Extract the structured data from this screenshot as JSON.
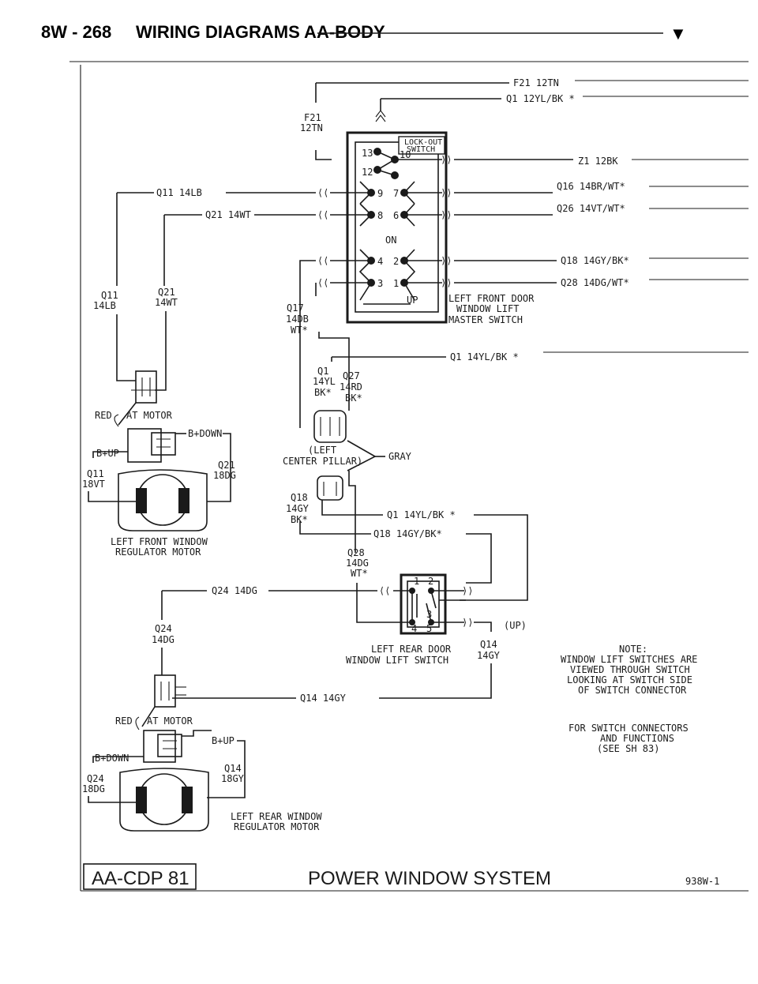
{
  "header": {
    "code": "8W - 268",
    "title": "WIRING DIAGRAMS AA-BODY",
    "marker": "▼"
  },
  "footer": {
    "ref_box": "AA-CDP 81",
    "system_title": "POWER WINDOW SYSTEM",
    "drawing_no": "938W-1"
  },
  "wires_right": {
    "f21": "F21 12TN",
    "q1_top": "Q1 12YL/BK *",
    "z1": "Z1 12BK",
    "q16": "Q16 14BR/WT*",
    "q26": "Q26 14VT/WT*",
    "q18": "Q18 14GY/BK*",
    "q28": "Q28 14DG/WT*",
    "q1_mid": "Q1 14YL/BK *"
  },
  "wires_left": {
    "f21_a": "F21",
    "f21_b": "12TN",
    "q11": "Q11 14LB",
    "q21": "Q21 14WT",
    "q11v_a": "Q11",
    "q11v_b": "14LB",
    "q21v_a": "Q21",
    "q21v_b": "14WT",
    "q17_a": "Q17",
    "q17_b": "14DB",
    "q17_c": "WT*"
  },
  "master_switch": {
    "lockout_a": "LOCK-OUT",
    "lockout_b": "SWITCH",
    "pins": [
      "13",
      "10",
      "12",
      "9",
      "7",
      "8",
      "6",
      "4",
      "2",
      "3",
      "1"
    ],
    "on": "ON",
    "up": "UP",
    "name_a": "LEFT FRONT DOOR",
    "name_b": "WINDOW LIFT",
    "name_c": "MASTER SWITCH"
  },
  "pillar": {
    "q1_a": "Q1",
    "q1_b": "14YL",
    "q1_c": "BK*",
    "q27_a": "Q27",
    "q27_b": "14RD",
    "q27_c": "BK*",
    "name_a": "(LEFT",
    "name_b": "CENTER PILLAR)",
    "gray": "GRAY",
    "q18_a": "Q18",
    "q18_b": "14GY",
    "q18_c": "BK*",
    "q1_low": "Q1 14YL/BK *",
    "q18_low": "Q18 14GY/BK*",
    "q28_a": "Q28",
    "q28_b": "14DG",
    "q28_c": "WT*"
  },
  "front_motor": {
    "red": "RED",
    "at_motor": "AT MOTOR",
    "bdown": "B+DOWN",
    "bup": "B+UP",
    "q21_a": "Q21",
    "q21_b": "18DG",
    "q11_a": "Q11",
    "q11_b": "18VT",
    "name_a": "LEFT FRONT WINDOW",
    "name_b": "REGULATOR MOTOR"
  },
  "rear_switch": {
    "q24": "Q24 14DG",
    "pins": [
      "1",
      "2",
      "3",
      "4",
      "5"
    ],
    "up": "(UP)",
    "name_a": "LEFT REAR DOOR",
    "name_b": "WINDOW LIFT SWITCH",
    "q14_a": "Q14",
    "q14_b": "14GY",
    "q14_h": "Q14 14GY"
  },
  "rear_motor": {
    "q24_a": "Q24",
    "q24_b": "14DG",
    "red": "RED",
    "at_motor": "AT MOTOR",
    "bup": "B+UP",
    "bdown": "B+DOWN",
    "q14_a": "Q14",
    "q14_b": "18GY",
    "q24s_a": "Q24",
    "q24s_b": "18DG",
    "name_a": "LEFT REAR WINDOW",
    "name_b": "REGULATOR MOTOR"
  },
  "notes": {
    "note_title": "NOTE:",
    "note_1": "WINDOW LIFT SWITCHES ARE",
    "note_2": "VIEWED THROUGH SWITCH",
    "note_3": "LOOKING AT SWITCH SIDE",
    "note_4": "OF SWITCH CONNECTOR",
    "ref_1": "FOR SWITCH CONNECTORS",
    "ref_2": "AND FUNCTIONS",
    "ref_3": "(SEE SH 83)"
  }
}
